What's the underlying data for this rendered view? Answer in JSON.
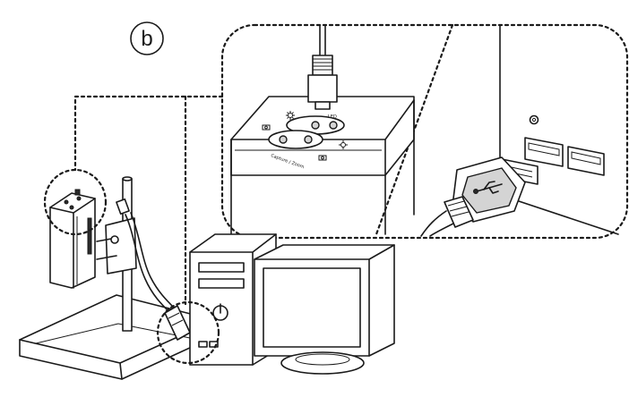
{
  "figure": {
    "label": "b",
    "device_labels": {
      "led": "LED",
      "capture": "Capture / Zoom"
    },
    "icons": [
      "sun-icon",
      "camera-icon",
      "usb-trident-icon",
      "power-icon",
      "audio-jack-icon"
    ],
    "colors": {
      "line": "#1a1a1a",
      "background": "#ffffff",
      "shade": "#d4d4d4"
    }
  }
}
